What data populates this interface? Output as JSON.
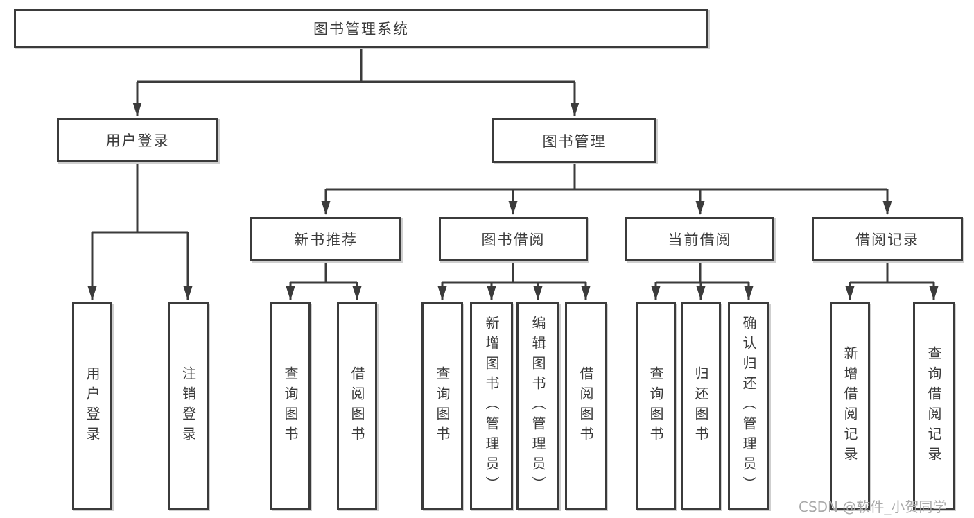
{
  "tree": {
    "label": "图书管理系统",
    "children": [
      {
        "label": "用户登录",
        "children": [
          {
            "label": "用户登录"
          },
          {
            "label": "注销登录"
          }
        ]
      },
      {
        "label": "图书管理",
        "children": [
          {
            "label": "新书推荐",
            "children": [
              {
                "label": "查询图书"
              },
              {
                "label": "借阅图书"
              }
            ]
          },
          {
            "label": "图书借阅",
            "children": [
              {
                "label": "查询图书"
              },
              {
                "label": "新增图书（管理员）"
              },
              {
                "label": "编辑图书（管理员）"
              },
              {
                "label": "借阅图书"
              }
            ]
          },
          {
            "label": "当前借阅",
            "children": [
              {
                "label": "查询图书"
              },
              {
                "label": "归还图书"
              },
              {
                "label": "确认归还（管理员）"
              }
            ]
          },
          {
            "label": "借阅记录",
            "children": [
              {
                "label": "新增借阅记录"
              },
              {
                "label": "查询借阅记录"
              }
            ]
          }
        ]
      }
    ]
  },
  "watermark": "CSDN @软件_小贺同学",
  "colors": {
    "line": "#3b3b3b",
    "box_border": "#3b3b3b",
    "box_background": "#ffffff",
    "text": "#3b3b3b",
    "watermark": "#a9a9a9"
  }
}
